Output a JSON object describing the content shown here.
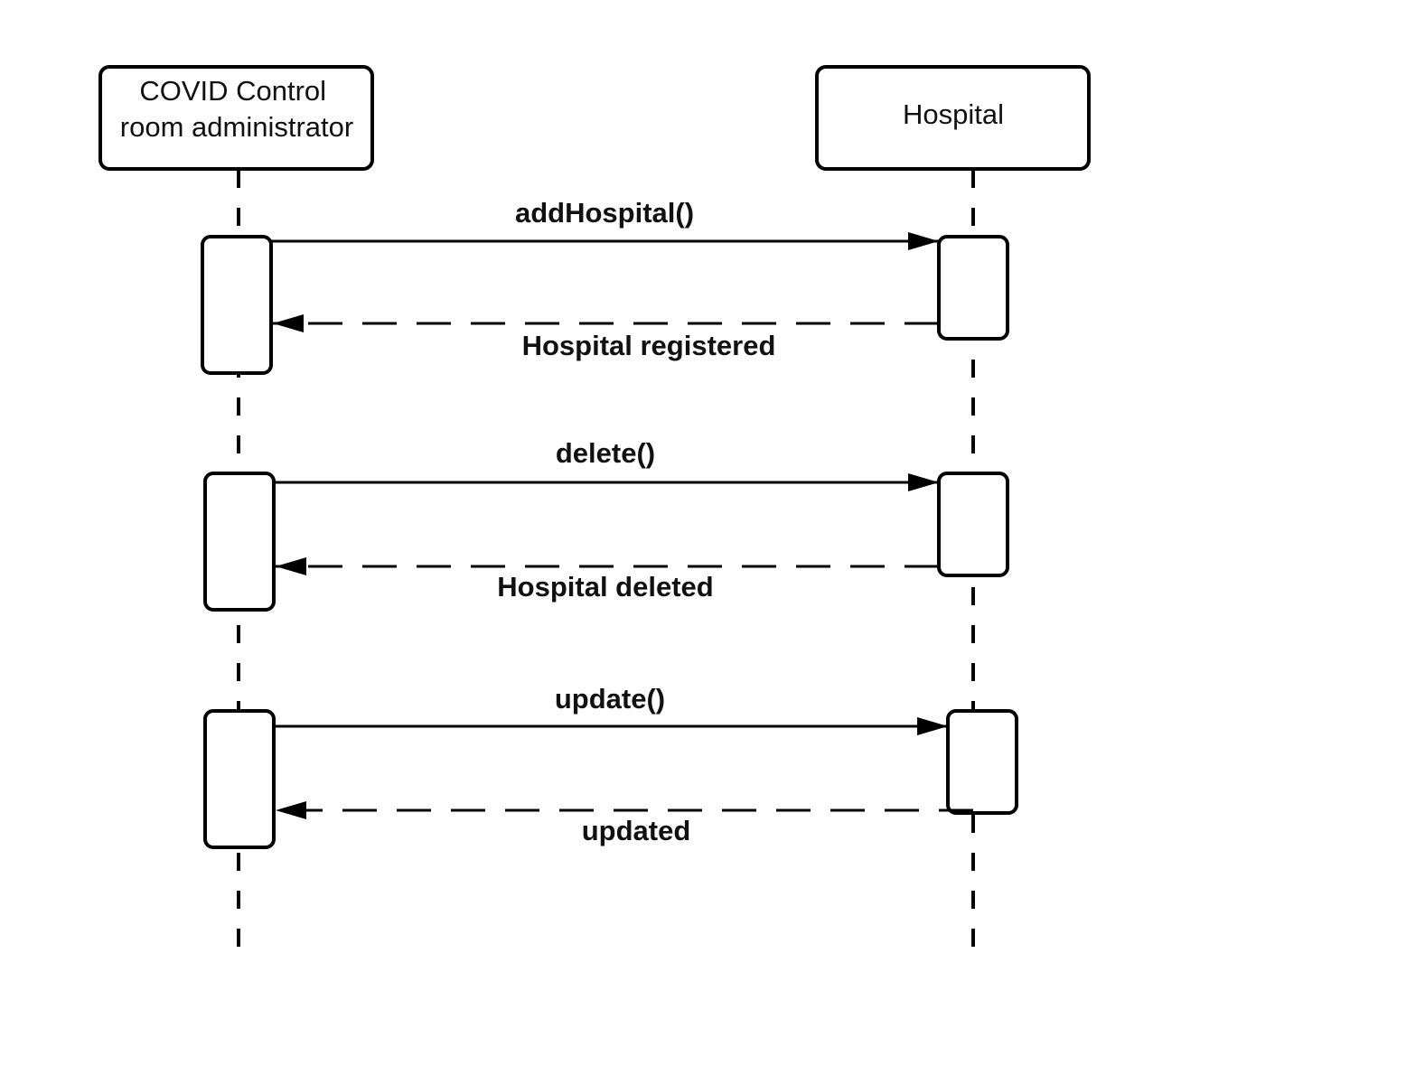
{
  "diagram": {
    "type": "sequence",
    "participants": [
      {
        "id": "admin",
        "lines": [
          "COVID Control",
          "room administrator"
        ]
      },
      {
        "id": "hospital",
        "lines": [
          "Hospital"
        ]
      }
    ],
    "messages": [
      {
        "from": "admin",
        "to": "hospital",
        "kind": "call",
        "label": "addHospital()"
      },
      {
        "from": "hospital",
        "to": "admin",
        "kind": "return",
        "label": "Hospital registered"
      },
      {
        "from": "admin",
        "to": "hospital",
        "kind": "call",
        "label": "delete()"
      },
      {
        "from": "hospital",
        "to": "admin",
        "kind": "return",
        "label": "Hospital deleted"
      },
      {
        "from": "admin",
        "to": "hospital",
        "kind": "call",
        "label": "update()"
      },
      {
        "from": "hospital",
        "to": "admin",
        "kind": "return",
        "label": "updated"
      }
    ]
  },
  "colors": {
    "stroke": "#000000",
    "text": "#111111",
    "background": "#ffffff"
  }
}
